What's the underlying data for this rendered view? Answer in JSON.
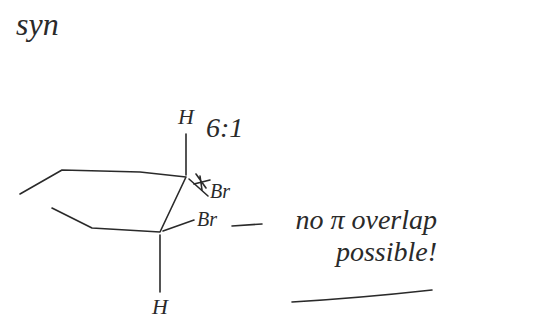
{
  "diagram": {
    "labels": [
      "syn",
      "H",
      "6:1",
      "Br",
      "Br",
      "H",
      "no π overlap possible!"
    ]
  }
}
